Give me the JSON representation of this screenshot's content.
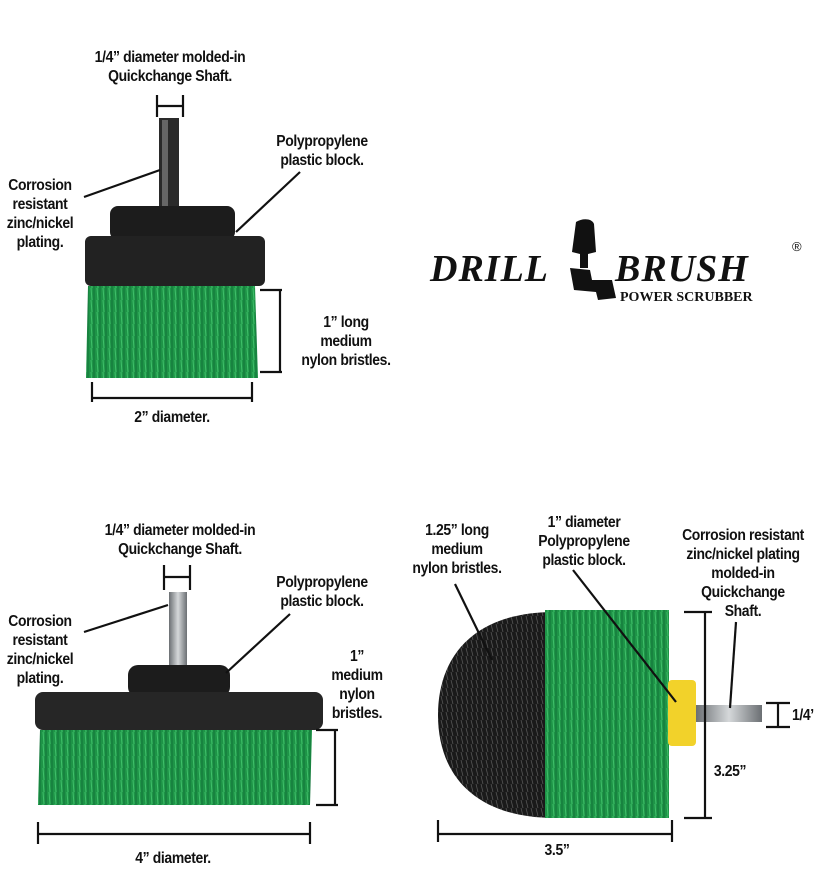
{
  "brush_2in": {
    "shaft_label": [
      "1/4” diameter molded-in",
      "Quickchange Shaft."
    ],
    "plating_label": [
      "Corrosion",
      "resistant",
      "zinc/nickel",
      "plating."
    ],
    "block_label": [
      "Polypropylene",
      "plastic block."
    ],
    "bristle_label": [
      "1” long",
      "medium",
      "nylon bristles."
    ],
    "diameter_label": "2” diameter."
  },
  "logo": {
    "word1": "DRILL",
    "word2": "BRUSH",
    "tagline": "POWER SCRUBBER",
    "registered": "®"
  },
  "brush_4in": {
    "shaft_label": [
      "1/4” diameter molded-in",
      "Quickchange Shaft."
    ],
    "plating_label": [
      "Corrosion",
      "resistant",
      "zinc/nickel",
      "plating."
    ],
    "block_label": [
      "Polypropylene",
      "plastic block."
    ],
    "bristle_label": [
      "1”",
      "medium",
      "nylon",
      "bristles."
    ],
    "diameter_label": "4” diameter."
  },
  "brush_round": {
    "bristle_label": [
      "1.25” long",
      "medium",
      "nylon bristles."
    ],
    "block_label": [
      "1” diameter",
      "Polypropylene",
      "plastic block."
    ],
    "shaft_label": [
      "Corrosion resistant",
      "zinc/nickel plating",
      "molded-in",
      "Quickchange",
      "Shaft."
    ],
    "height_label": "3.25”",
    "shaft_size_label": "1/4’",
    "length_label": "3.5”"
  },
  "colors": {
    "bristle_green": "#1f9a4a",
    "block_black": "#1c1c1c",
    "cap_yellow": "#f2d22a",
    "steel": "#a9adb1"
  }
}
